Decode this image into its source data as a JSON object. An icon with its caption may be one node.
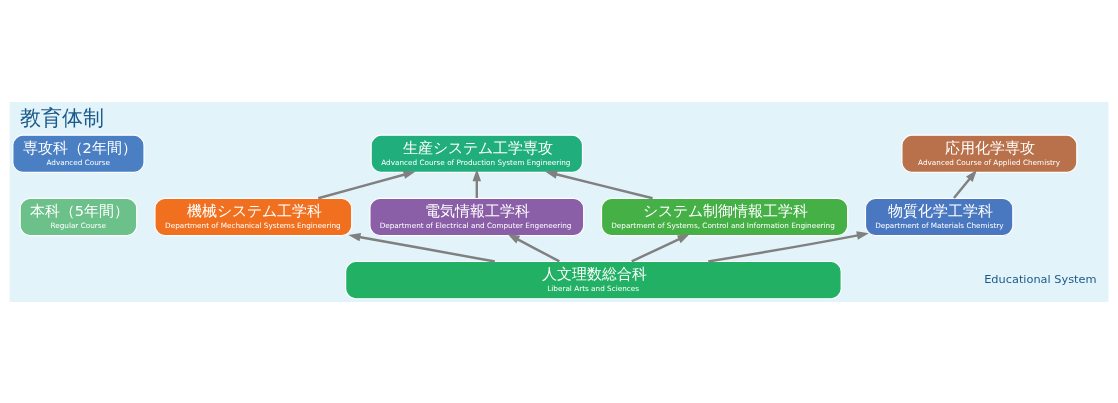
{
  "diagram": {
    "title": "教育体制",
    "nodes": [
      {
        "text": [
          "専攻科（2年間）",
          "Advanced Course"
        ]
      },
      {
        "text": [
          "生産システム工学専攻",
          "Advanced Course of Production System Engineering"
        ]
      },
      {
        "text": [
          "応用化学専攻",
          "Advanced Course of Applied Chemistry"
        ]
      },
      {
        "text": [
          "本科（5年間）",
          "Regular Course"
        ]
      },
      {
        "text": [
          "機械システム工学科",
          "Department of Mechanical Systems Engineering"
        ]
      },
      {
        "text": [
          "電気情報工学科",
          "Department of Electrical and Computer Engeneering"
        ]
      },
      {
        "text": [
          "システム制御情報工学科",
          "Department of Systems, Control and Information Engineering"
        ]
      },
      {
        "text": [
          "物質化学工学科",
          "Department of Materials Chemistry"
        ]
      },
      {
        "text": [
          "人文理数総合科",
          "Liberal Arts and Sciences"
        ]
      }
    ],
    "edges": [
      {
        "from": 4,
        "to": 1,
        "arrow": "to"
      },
      {
        "from": 5,
        "to": 1,
        "arrow": "to"
      },
      {
        "from": 6,
        "to": 1,
        "arrow": "to"
      },
      {
        "from": 7,
        "to": 2,
        "arrow": "to"
      },
      {
        "from": 8,
        "to": 4,
        "arrow": "to"
      },
      {
        "from": 8,
        "to": 5,
        "arrow": "to"
      },
      {
        "from": 8,
        "to": 6,
        "arrow": "to"
      },
      {
        "from": 8,
        "to": 7,
        "arrow": "to"
      }
    ],
    "labels": [
      "Educational System"
    ]
  }
}
